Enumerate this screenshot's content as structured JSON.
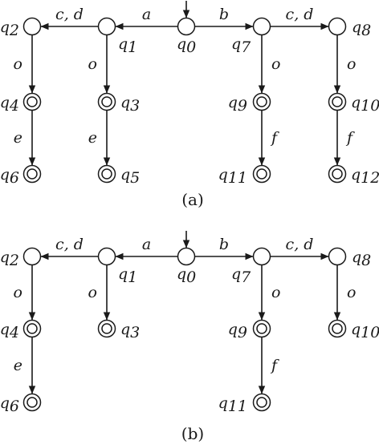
{
  "panels": [
    {
      "caption": "(a)",
      "states": [
        {
          "id": "q0",
          "base": "q",
          "sub": "0",
          "accepting": false,
          "initial": true
        },
        {
          "id": "q1",
          "base": "q",
          "sub": "1",
          "accepting": false
        },
        {
          "id": "q2",
          "base": "q",
          "sub": "2",
          "accepting": false
        },
        {
          "id": "q7",
          "base": "q",
          "sub": "7",
          "accepting": false
        },
        {
          "id": "q8",
          "base": "q",
          "sub": "8",
          "accepting": false
        },
        {
          "id": "q3",
          "base": "q",
          "sub": "3",
          "accepting": true
        },
        {
          "id": "q4",
          "base": "q",
          "sub": "4",
          "accepting": true
        },
        {
          "id": "q5",
          "base": "q",
          "sub": "5",
          "accepting": true
        },
        {
          "id": "q6",
          "base": "q",
          "sub": "6",
          "accepting": true
        },
        {
          "id": "q9",
          "base": "q",
          "sub": "9",
          "accepting": true
        },
        {
          "id": "q10",
          "base": "q",
          "sub": "10",
          "accepting": true
        },
        {
          "id": "q11",
          "base": "q",
          "sub": "11",
          "accepting": true
        },
        {
          "id": "q12",
          "base": "q",
          "sub": "12",
          "accepting": true
        }
      ],
      "transitions": [
        {
          "from": "q0",
          "to": "q1",
          "label": "a"
        },
        {
          "from": "q1",
          "to": "q2",
          "label": "c, d"
        },
        {
          "from": "q0",
          "to": "q7",
          "label": "b"
        },
        {
          "from": "q7",
          "to": "q8",
          "label": "c, d"
        },
        {
          "from": "q2",
          "to": "q4",
          "label": "o"
        },
        {
          "from": "q4",
          "to": "q6",
          "label": "e"
        },
        {
          "from": "q1",
          "to": "q3",
          "label": "o"
        },
        {
          "from": "q3",
          "to": "q5",
          "label": "e"
        },
        {
          "from": "q7",
          "to": "q9",
          "label": "o"
        },
        {
          "from": "q9",
          "to": "q11",
          "label": "f"
        },
        {
          "from": "q8",
          "to": "q10",
          "label": "o"
        },
        {
          "from": "q10",
          "to": "q12",
          "label": "f"
        }
      ]
    },
    {
      "caption": "(b)",
      "states": [
        {
          "id": "q0",
          "base": "q",
          "sub": "0",
          "accepting": false,
          "initial": true
        },
        {
          "id": "q1",
          "base": "q",
          "sub": "1",
          "accepting": false
        },
        {
          "id": "q2",
          "base": "q",
          "sub": "2",
          "accepting": false
        },
        {
          "id": "q7",
          "base": "q",
          "sub": "7",
          "accepting": false
        },
        {
          "id": "q8",
          "base": "q",
          "sub": "8",
          "accepting": false
        },
        {
          "id": "q3",
          "base": "q",
          "sub": "3",
          "accepting": true
        },
        {
          "id": "q4",
          "base": "q",
          "sub": "4",
          "accepting": true
        },
        {
          "id": "q6",
          "base": "q",
          "sub": "6",
          "accepting": true
        },
        {
          "id": "q9",
          "base": "q",
          "sub": "9",
          "accepting": true
        },
        {
          "id": "q10",
          "base": "q",
          "sub": "10",
          "accepting": true
        },
        {
          "id": "q11",
          "base": "q",
          "sub": "11",
          "accepting": true
        }
      ],
      "transitions": [
        {
          "from": "q0",
          "to": "q1",
          "label": "a"
        },
        {
          "from": "q1",
          "to": "q2",
          "label": "c, d"
        },
        {
          "from": "q0",
          "to": "q7",
          "label": "b"
        },
        {
          "from": "q7",
          "to": "q8",
          "label": "c, d"
        },
        {
          "from": "q2",
          "to": "q4",
          "label": "o"
        },
        {
          "from": "q4",
          "to": "q6",
          "label": "e"
        },
        {
          "from": "q1",
          "to": "q3",
          "label": "o"
        },
        {
          "from": "q7",
          "to": "q9",
          "label": "o"
        },
        {
          "from": "q9",
          "to": "q11",
          "label": "f"
        },
        {
          "from": "q8",
          "to": "q10",
          "label": "o"
        }
      ]
    }
  ]
}
